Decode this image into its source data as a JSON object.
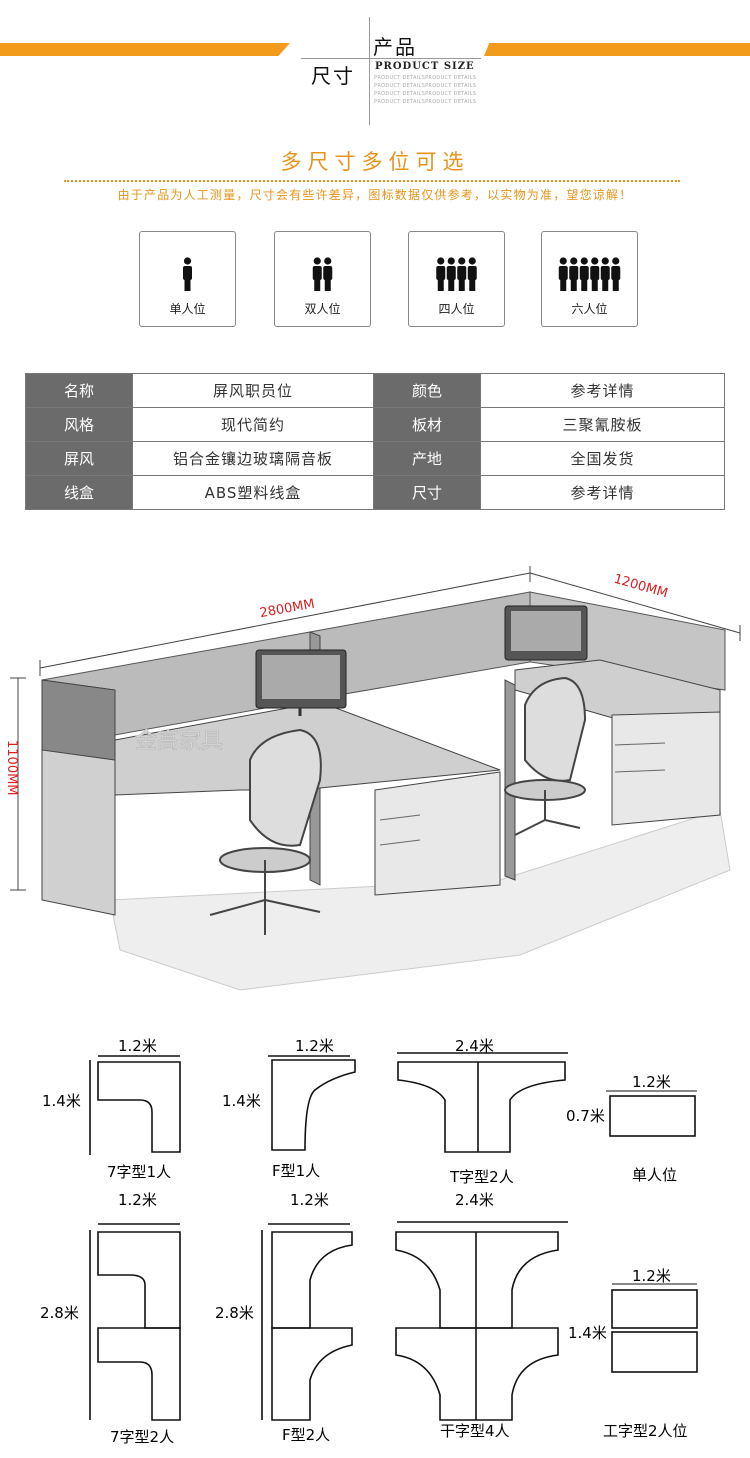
{
  "header": {
    "title_line1": "产品",
    "title_line2": "尺寸",
    "title_en": "PRODUCT SIZE",
    "tiny_lines": [
      "PRODUCT DETAILSPRODUCT DETAILS",
      "PRODUCT DETAILSPRODUCT DETAILS",
      "PRODUCT DETAILSPRODUCT DETAILS",
      "PRODUCT DETAILSPRODUCT DETAILS"
    ]
  },
  "section": {
    "title": "多尺寸多位可选",
    "subtitle": "由于产品为人工测量，尺寸会有些许差异，图标数据仅供参考，以实物为准，望您谅解！"
  },
  "seats": [
    {
      "label": "单人位",
      "count": 1
    },
    {
      "label": "双人位",
      "count": 2
    },
    {
      "label": "四人位",
      "count": 4
    },
    {
      "label": "六人位",
      "count": 6
    }
  ],
  "spec_rows": [
    {
      "k1": "名称",
      "v1": "屏风职员位",
      "k2": "颜色",
      "v2": "参考详情"
    },
    {
      "k1": "风格",
      "v1": "现代简约",
      "k2": "板材",
      "v2": "三聚氰胺板"
    },
    {
      "k1": "屏风",
      "v1": "铝合金镶边玻璃隔音板",
      "k2": "产地",
      "v2": "全国发货"
    },
    {
      "k1": "线盒",
      "v1": "ABS塑料线盒",
      "k2": "尺寸",
      "v2": "参考详情"
    }
  ],
  "illustration": {
    "width_label": "2800MM",
    "depth_label": "1200MM",
    "height_label": "1100MM",
    "watermark": "金高家具"
  },
  "diagrams": {
    "row1": [
      {
        "top": "1.2米",
        "side": "1.4米",
        "name": "7字型1人"
      },
      {
        "top": "1.2米",
        "side": "1.4米",
        "name": "F型1人"
      },
      {
        "top": "2.4米",
        "side": "",
        "name": "T字型2人"
      },
      {
        "top": "1.2米",
        "side": "0.7米",
        "name": "单人位"
      }
    ],
    "row2": [
      {
        "top": "1.2米",
        "side": "2.8米",
        "name": "7字型2人"
      },
      {
        "top": "1.2米",
        "side": "2.8米",
        "name": "F型2人"
      },
      {
        "top": "2.4米",
        "side": "",
        "name": "干字型4人"
      },
      {
        "top": "1.2米",
        "side": "1.4米",
        "name": "工字型2人位"
      }
    ]
  },
  "colors": {
    "accent": "#f29a1a",
    "table_key_bg": "#6b6b6b",
    "dimension_red": "#d82020"
  }
}
